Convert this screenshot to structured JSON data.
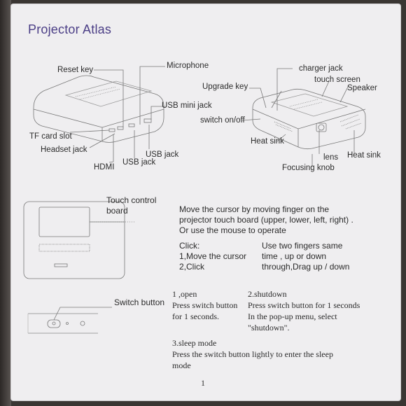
{
  "title": "Projector Atlas",
  "left_device": {
    "labels": {
      "reset": "Reset key",
      "microphone": "Microphone",
      "usb_mini": "USB mini jack",
      "tf": "TF card slot",
      "headset": "Headset jack",
      "hdmi": "HDMI",
      "usb1": "USB jack",
      "usb2": "USB jack"
    }
  },
  "right_device": {
    "labels": {
      "charger": "charger jack",
      "touch": "touch screen",
      "speaker": "Speaker",
      "upgrade": "Upgrade key",
      "switch": "switch on/off",
      "heat1": "Heat sink",
      "lens": "lens",
      "heat2": "Heat sink",
      "focus": "Focusing knob"
    }
  },
  "touch_section": {
    "label_line1": "Touch control",
    "label_line2": "board",
    "desc": [
      "Move the cursor by moving finger on the",
      "projector touch board (upper, lower, left, right) .",
      "Or use the mouse to operate"
    ],
    "click": [
      "Click:",
      "1,Move the cursor",
      "2,Click"
    ],
    "two_fingers": [
      "Use two fingers same",
      "time , up or down",
      "through,Drag up / down"
    ]
  },
  "switch_section": {
    "label": "Switch button",
    "open": [
      "1 ,open",
      "Press switch button",
      "for 1 seconds."
    ],
    "shutdown": [
      "2.shutdown",
      "Press switch button for 1 seconds",
      "In the pop-up menu, select",
      "\"shutdown\"."
    ],
    "sleep": [
      "3.sleep mode",
      "Press the switch button lightly to enter the sleep",
      "mode"
    ]
  },
  "page_number": "1"
}
